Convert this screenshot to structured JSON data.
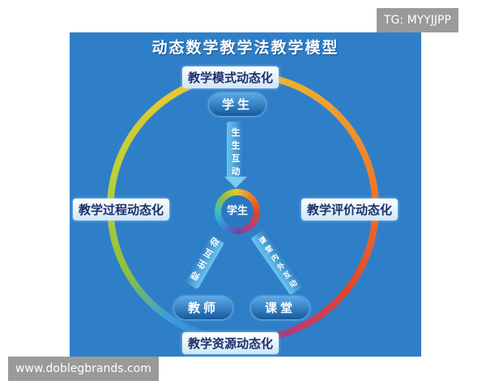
{
  "title": "动态数学教学法教学模型",
  "outer_labels": {
    "top": "教学模式动态化",
    "left": "教学过程动态化",
    "right": "教学评价动态化",
    "bottom": "教学资源动态化"
  },
  "nodes": {
    "student": "学生",
    "teacher": "教师",
    "classroom": "课堂"
  },
  "hub_label": "学生",
  "arrows": {
    "student_student": [
      "生",
      "生",
      "互",
      "动"
    ],
    "teacher_student": [
      "师",
      "生",
      "互",
      "动"
    ],
    "classroom": [
      "课",
      "堂",
      "内",
      "外",
      "互",
      "动"
    ]
  },
  "watermarks": {
    "top_right": "TG: MYYJJPP",
    "bottom_left": "www.doblegbrands.com"
  },
  "colors": {
    "background": "#2f7fc8",
    "label_text": "#1e2f6a"
  }
}
